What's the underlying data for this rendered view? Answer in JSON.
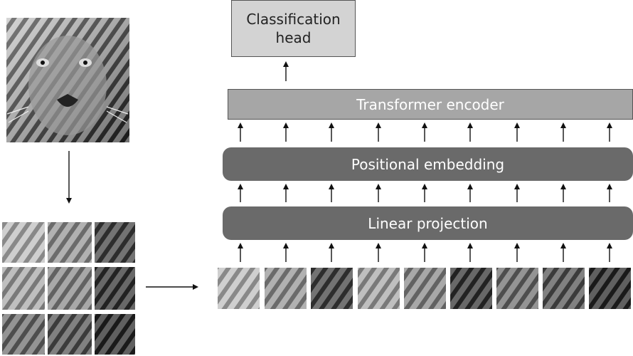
{
  "labels": {
    "classification_head": "Classification\nhead",
    "transformer_encoder": "Transformer encoder",
    "positional_embedding": "Positional embedding",
    "linear_projection": "Linear projection"
  },
  "colors": {
    "head_fill": "#d3d3d3",
    "encoder_fill": "#a6a6a6",
    "embedding_fill": "#6a6a6a",
    "projection_fill": "#6a6a6a",
    "arrow": "#111111"
  },
  "images": {
    "source_image": "tiger-face-photo",
    "patch_grid": "tiger-face-3x3-patches",
    "patch_sequence_count": 9
  }
}
